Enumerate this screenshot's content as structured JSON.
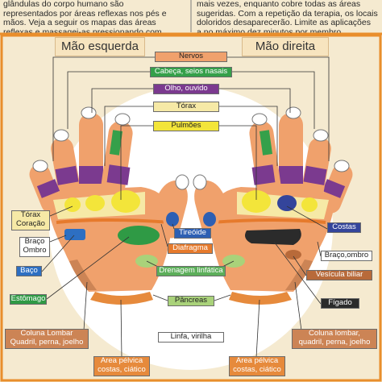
{
  "intro": {
    "left": [
      "glândulas do corpo humano são",
      "representados por áreas reflexas nos pés e",
      "mãos. Veja a seguir os mapas das áreas",
      "reflexas e massagei-as pressionando com"
    ],
    "right": [
      "mais vezes, enquanto cobre todas as áreas",
      "sugeridas. Com a repetição da terapia, os locais",
      "doloridos desaparecerão. Limite as aplicações",
      "a no máximo dez minutos por membro."
    ]
  },
  "titles": {
    "left_hand": "Mão esquerda",
    "right_hand": "Mão direita"
  },
  "labels": {
    "nervos": "Nervos",
    "cabeca": "Cabeça, seios nasais",
    "olho": "Olho, ouvido",
    "torax": "Tórax",
    "pulmoes": "Pulmões",
    "torax_coracao": [
      "Tórax",
      "Coração"
    ],
    "braco_ombro_left": [
      "Braço",
      "Ombro"
    ],
    "baco": "Baço",
    "estomago": "Estômago",
    "tireoide": "Tireóide",
    "diafragma": "Diafragma",
    "drenagem": "Drenagem linfática",
    "pancreas": "Pâncreas",
    "linfa": "Linfa, virilha",
    "coluna_left": [
      "Coluna Lombar",
      "Quadril, perna, joelho"
    ],
    "pelvica_left": [
      "Área pélvica",
      "costas, ciático"
    ],
    "costas": "Costas",
    "braco_ombro_right": "Braço,ombro",
    "vesicula": "Vesícula biliar",
    "figado": "Fígado",
    "coluna_right": [
      "Coluna lombar,",
      "quadril, perna, joelho"
    ],
    "pelvica_right": [
      "Área pélvica",
      "costas, ciático"
    ]
  },
  "colors": {
    "nervos": "#f0a16c",
    "cabeca": "#35a04a",
    "olho": "#7b3a8f",
    "torax": "#f6e9a6",
    "pulmoes": "#f3e53a",
    "baco": "#2d6fc2",
    "estomago": "#2f9a45",
    "tireoide": "#2d5fb3",
    "diafragma": "#e67a2c",
    "drenagem": "#5cae5a",
    "pancreas": "#a9d27a",
    "coluna": "#cc8455",
    "pelvica": "#e68a3c",
    "costas": "#34459b",
    "figado": "#2b2b2b",
    "vesicula": "#b86a3a"
  }
}
